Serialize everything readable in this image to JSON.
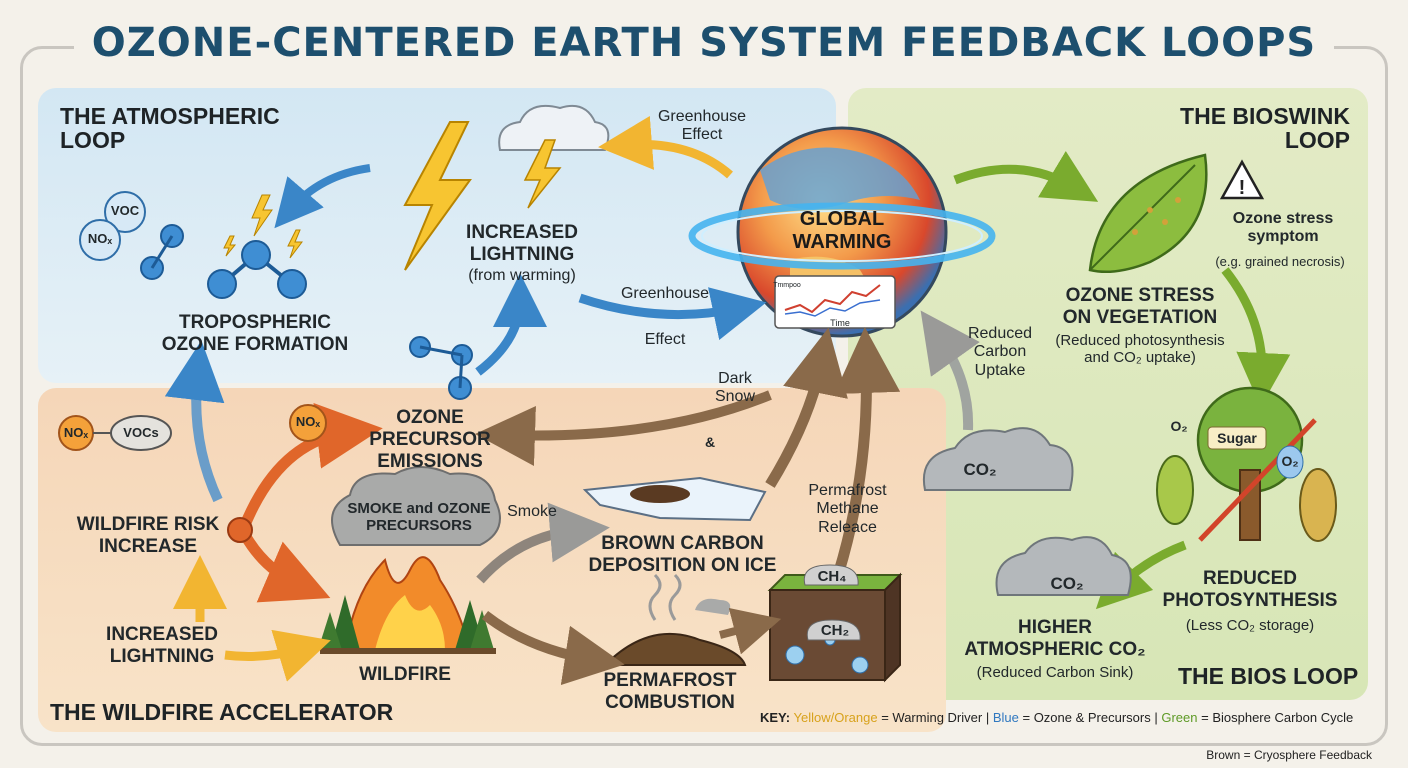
{
  "title": "OZONE-CENTERED EARTH SYSTEM FEEDBACK LOOPS",
  "sections": {
    "atmospheric": "THE ATMOSPHERIC\nLOOP",
    "bioswink": "THE BIOSWINK\nLOOP",
    "wildfire": "THE WILDFIRE ACCELERATOR",
    "bios": "THE BIOS LOOP"
  },
  "nodes": {
    "voc": "VOC",
    "nox_small": "NOₓ",
    "tropo": "TROPOSPHERIC\nOZONE FORMATION",
    "lightning_warm_title": "INCREASED\nLIGHTNING",
    "lightning_warm_sub": "(from warming)",
    "global_warming": "GLOBAL\nWARMING",
    "graph_y": "Tmmpoo",
    "graph_x": "Time",
    "ozone_stress_symptom": "Ozone stress\nsymptom",
    "ozone_stress_symptom_sub": "(e.g. grained necrosis)",
    "ozone_stress_veg": "OZONE STRESS\nON VEGETATION",
    "ozone_stress_veg_sub": "(Reduced photosynthesis\nand CO₂ uptake)",
    "o2_left": "O₂",
    "sugar": "Sugar",
    "o2_right": "O₂",
    "reduced_photo": "REDUCED\nPHOTOSYNTHESIS",
    "reduced_photo_sub": "(Less CO₂ storage)",
    "higher_co2": "HIGHER\nATMOSPHERIC CO₂",
    "higher_co2_sub": "(Reduced Carbon Sink)",
    "co2_upper": "CO₂",
    "co2_lower": "CO₂",
    "reduced_uptake": "Reduced\nCarbon\nUptake",
    "nox_chip": "NOₓ",
    "vocs_chip": "VOCs",
    "nox_chip2": "NOₓ",
    "ozone_precursor": "OZONE\nPRECURSOR\nEMISSIONS",
    "wildfire_risk": "WILDFIRE RISK\nINCREASE",
    "increased_lightning": "INCREASED\nLIGHTNING",
    "smoke_cloud": "SMOKE and OZONE\nPRECURSORS",
    "smoke": "Smoke",
    "wildfire": "WILDFIRE",
    "brown_carbon": "BROWN CARBON\nDEPOSITION ON ICE",
    "dark_snow": "Dark\nSnow",
    "permafrost_methane": "Permafrost\nMethane\nReleace",
    "ch4": "CH₄",
    "ch2": "CH₂",
    "permafrost_combustion": "PERMAFROST\nCOMBUSTION",
    "soot_marks": "&"
  },
  "arrows": {
    "greenhouse_top": "Greenhouse\nEffect",
    "greenhouse_mid": "Greenhouse",
    "effect_mid": "Effect"
  },
  "key": {
    "label": "KEY:",
    "yellow": "Yellow/Orange",
    "yellow_desc": "= Warming Driver |",
    "blue": "Blue",
    "blue_desc": "= Ozone & Precursors |",
    "green": "Green",
    "green_desc": "= Biosphere Carbon Cycle",
    "brown": "Brown = Cryosphere Feedback"
  },
  "colors": {
    "title": "#1d4f6e",
    "atmo_panel": "#d3e7f3",
    "bio_panel": "#e3ebc6",
    "fire_panel": "#f5d6b8",
    "warming_arrow": "#f2b531",
    "ozone_arrow": "#3a86c8",
    "bio_arrow": "#7aab2e",
    "cryo_arrow": "#8a6a4a",
    "fire_arrow": "#e0662a"
  }
}
